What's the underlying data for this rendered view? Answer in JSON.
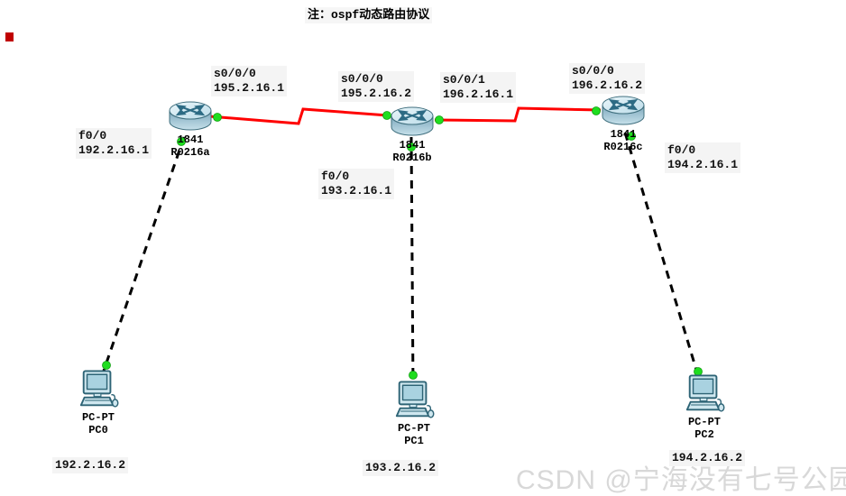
{
  "title": "注：ospf动态路由协议",
  "watermark": "CSDN @宁海没有七号公园",
  "colors": {
    "serial_link": "#ff0000",
    "ethernet_link": "#000000",
    "link_status_up": "#1fdd1f",
    "note_background": "#f4f4f4",
    "watermark_text": "#d8d8d8",
    "corner_marker": "#c00000"
  },
  "routers": [
    {
      "model": "1841",
      "name": "R0216a"
    },
    {
      "model": "1841",
      "name": "R0216b"
    },
    {
      "model": "1841",
      "name": "R0216c"
    }
  ],
  "pcs": [
    {
      "model": "PC-PT",
      "name": "PC0"
    },
    {
      "model": "PC-PT",
      "name": "PC1"
    },
    {
      "model": "PC-PT",
      "name": "PC2"
    }
  ],
  "port_labels": [
    {
      "port": "s0/0/0",
      "ip": "195.2.16.1"
    },
    {
      "port": "f0/0",
      "ip": "192.2.16.1"
    },
    {
      "port": "s0/0/0",
      "ip": "195.2.16.2"
    },
    {
      "port": "s0/0/1",
      "ip": "196.2.16.1"
    },
    {
      "port": "f0/0",
      "ip": "193.2.16.1"
    },
    {
      "port": "s0/0/0",
      "ip": "196.2.16.2"
    },
    {
      "port": "f0/0",
      "ip": "194.2.16.1"
    }
  ],
  "host_ips": [
    "192.2.16.2",
    "193.2.16.2",
    "194.2.16.2"
  ]
}
